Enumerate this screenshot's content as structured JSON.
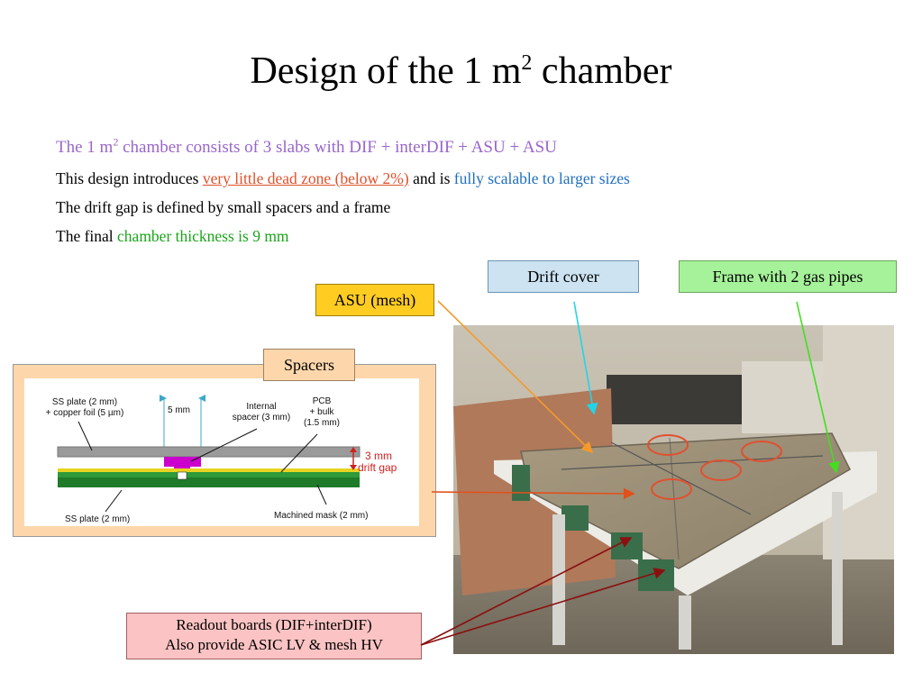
{
  "title": {
    "prefix": "Design of the 1 m",
    "sup": "2",
    "suffix": " chamber"
  },
  "lines": {
    "l1": {
      "prefix": "The 1 m",
      "sup": "2",
      "suffix": " chamber consists of 3 slabs with DIF + interDIF + ASU + ASU"
    },
    "l2": {
      "prefix": "This design introduces ",
      "highlight": "very little dead zone (below 2%)",
      "middle": " and is ",
      "highlight2": "fully scalable to larger sizes"
    },
    "l3": {
      "text": "The drift gap is defined by small spacers and a frame"
    },
    "l4": {
      "prefix": "The final ",
      "highlight": "chamber thickness is 9 mm"
    }
  },
  "callouts": {
    "drift_cover": "Drift cover",
    "frame": "Frame with 2 gas pipes",
    "asu": "ASU (mesh)",
    "spacers": "Spacers",
    "readout_line1": "Readout boards (DIF+interDIF)",
    "readout_line2": "Also provide ASIC LV & mesh HV"
  },
  "diagram": {
    "ss_plate_top_1": "SS plate (2 mm)",
    "ss_plate_top_2": "+ copper foil (5 µm)",
    "dim_5mm": "5 mm",
    "internal_1": "Internal",
    "internal_2": "spacer (3 mm)",
    "pcb_1": "PCB",
    "pcb_2": "+ bulk",
    "pcb_3": "(1.5 mm)",
    "gap_1": "3 mm",
    "gap_2": "drift gap",
    "ss_plate_bottom": "SS plate (2 mm)",
    "mask": "Machined mask (2 mm)"
  },
  "colors": {
    "purple": "#9966cc",
    "red": "#e0502a",
    "blue": "#1f6fbf",
    "green": "#1aa51a"
  }
}
